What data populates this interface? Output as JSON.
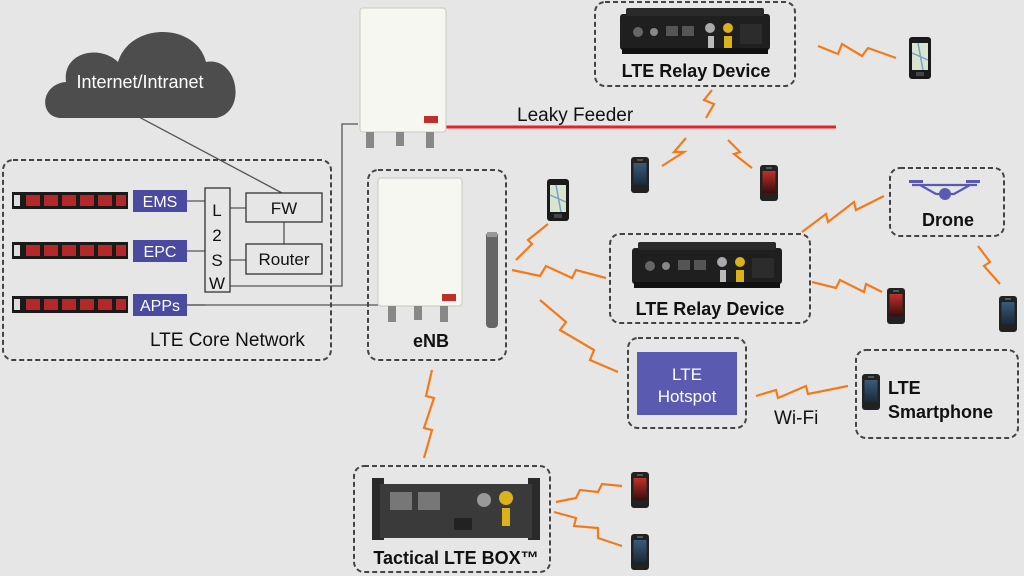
{
  "labels": {
    "cloud": "Internet/Intranet",
    "ems": "EMS",
    "epc": "EPC",
    "apps": "APPs",
    "switch": [
      "L",
      "2",
      "S",
      "W"
    ],
    "fw": "FW",
    "router": "Router",
    "core_network": "LTE Core Network",
    "enb": "eNB",
    "leaky_feeder": "Leaky Feeder",
    "relay_top": "LTE Relay Device",
    "relay_mid": "LTE Relay Device",
    "drone": "Drone",
    "hotspot": [
      "LTE",
      "Hotspot"
    ],
    "wifi": "Wi-Fi",
    "smartphone": [
      "LTE",
      "Smartphone"
    ],
    "tactical_box": "Tactical LTE BOX™"
  },
  "colors": {
    "background": "#e6e6e6",
    "cloud": "#4d4d4d",
    "tag": "#4a4aa0",
    "hotspot": "#5a5ab0",
    "feeder": "#e8202a",
    "wireless": "#f27a1a",
    "drone": "#5a5ab0"
  }
}
